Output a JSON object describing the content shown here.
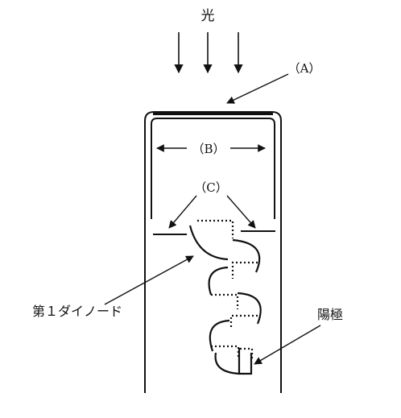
{
  "labels": {
    "light": "光",
    "a": "（A）",
    "b": "（B）",
    "c": "（C）",
    "first_dynode": "第１ダイノード",
    "anode": "陽極"
  },
  "colors": {
    "line": "#111111",
    "background": "#ffffff"
  }
}
